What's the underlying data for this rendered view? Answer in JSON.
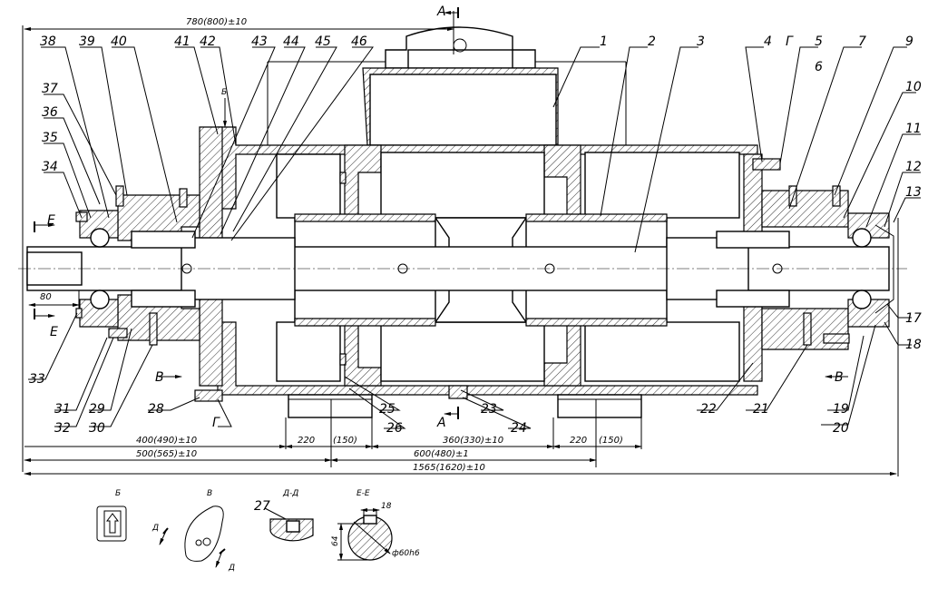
{
  "part_labels": {
    "p1": "1",
    "p2": "2",
    "p3": "3",
    "p4": "4",
    "p5": "5",
    "p6": "6",
    "p7": "7",
    "p9": "9",
    "p10": "10",
    "p11": "11",
    "p12": "12",
    "p13": "13",
    "p17": "17",
    "p18": "18",
    "p19": "19",
    "p20": "20",
    "p21": "21",
    "p22": "22",
    "p23": "23",
    "p24": "24",
    "p25": "25",
    "p26": "26",
    "p27": "27",
    "p28": "28",
    "p29": "29",
    "p30": "30",
    "p31": "31",
    "p32": "32",
    "p33": "33",
    "p34": "34",
    "p35": "35",
    "p36": "36",
    "p37": "37",
    "p38": "38",
    "p39": "39",
    "p40": "40",
    "p41": "41",
    "p42": "42",
    "p43": "43",
    "p44": "44",
    "p45": "45",
    "p46": "46",
    "g_top": "Г"
  },
  "dimensions": {
    "overall_top": "780(800)±10",
    "shaft_80": "80",
    "d_220_left": "220",
    "d_150_left": "(150)",
    "d_360": "360(330)±10",
    "d_220_right": "220",
    "d_150_right": "(150)",
    "d_400": "400(490)±10",
    "d_500": "500(565)±10",
    "d_600": "600(480)±1",
    "d_1565": "1565(1620)±10"
  },
  "section_marks": {
    "a_top": "А",
    "a_bottom": "А",
    "b_mark": "Б",
    "v_left": "В",
    "v_right": "В",
    "g_bottom": "Г",
    "e_top": "Е",
    "e_bottom": "Е"
  },
  "detail_views": {
    "view_b": "Б",
    "view_v": "В",
    "view_dd": "Д-Д",
    "view_ee": "Е-Е",
    "d_mark_1": "Д",
    "d_mark_2": "Д",
    "ee_18": "18",
    "ee_64": "64",
    "ee_diam": "ф60h6"
  }
}
